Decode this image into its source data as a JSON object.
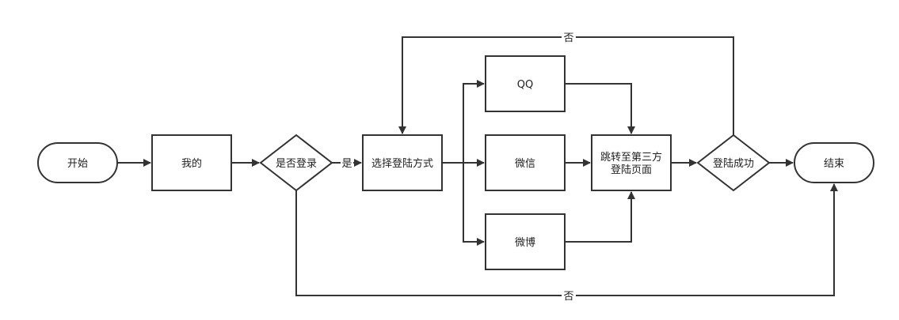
{
  "nodes": {
    "start": "开始",
    "mine": "我的",
    "is_logged_in": "是否登录",
    "choose_method": "选择登陆方式",
    "qq": "QQ",
    "wechat": "微信",
    "weibo": "微博",
    "redirect_line1": "跳转至第三方",
    "redirect_line2": "登陆页面",
    "login_success": "登陆成功",
    "end": "结束"
  },
  "edges": {
    "yes": "是",
    "no_top": "否",
    "no_bottom": "否"
  },
  "colors": {
    "stroke": "#333333",
    "fill": "#ffffff",
    "text": "#222222"
  }
}
